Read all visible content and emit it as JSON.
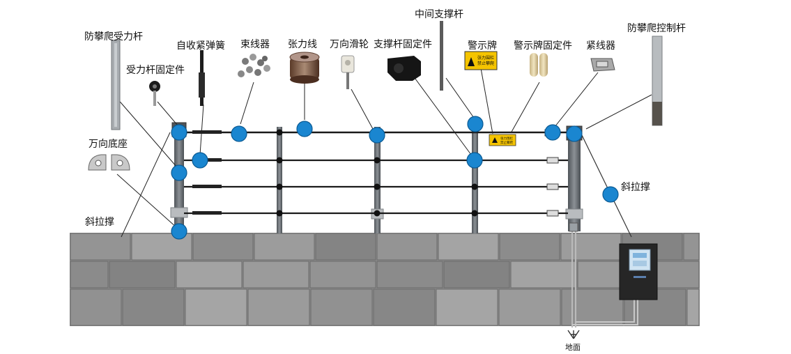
{
  "labels": {
    "force_post": "防攀爬受力杆",
    "force_post_fixture": "受力杆固定件",
    "self_tension_spring": "自收紧弹簧",
    "wire_binder": "束线器",
    "tension_wire": "张力线",
    "universal_pulley": "万向滑轮",
    "support_post_fixture": "支撑杆固定件",
    "middle_support_post": "中间支撑杆",
    "warning_sign": "警示牌",
    "warning_sign_fixture": "警示牌固定件",
    "wire_tightener": "紧线器",
    "control_post": "防攀爬控制杆",
    "universal_base": "万向底座",
    "diagonal_brace_left": "斜拉撑",
    "diagonal_brace_right": "斜拉撑",
    "ground": "地面"
  },
  "sign_text": {
    "line1": "张力围栏",
    "line2": "禁止攀爬"
  },
  "colors": {
    "marker": "#1a86d0",
    "marker_stroke": "#0b5a93",
    "wire": "#1a1a1a",
    "post": "#6e7378",
    "wall": "#8b8b8b",
    "sign": "#f5c400",
    "controller": "#2a2a2a"
  }
}
